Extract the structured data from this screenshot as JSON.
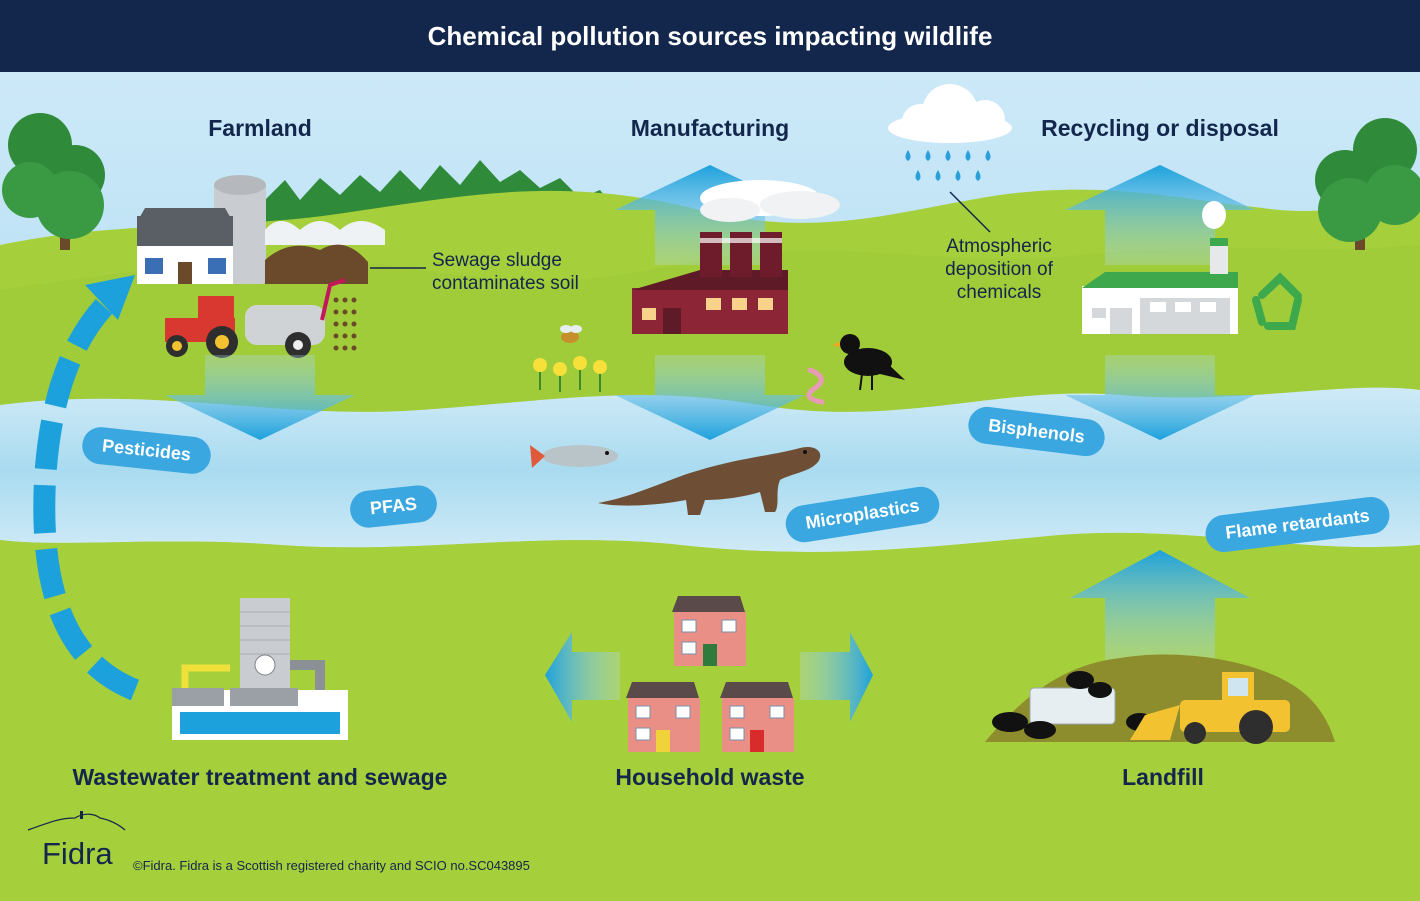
{
  "title": "Chemical pollution sources impacting wildlife",
  "sections": {
    "farmland": "Farmland",
    "manufacturing": "Manufacturing",
    "recycling": "Recycling or disposal",
    "wastewater": "Wastewater treatment and sewage",
    "household": "Household waste",
    "landfill": "Landfill"
  },
  "notes": {
    "sludge_line1": "Sewage sludge",
    "sludge_line2": "contaminates soil",
    "atmo_line1": "Atmospheric",
    "atmo_line2": "deposition of",
    "atmo_line3": "chemicals"
  },
  "chemicals": {
    "pesticides": "Pesticides",
    "pfas": "PFAS",
    "microplastics": "Microplastics",
    "bisphenols": "Bisphenols",
    "flame": "Flame retardants"
  },
  "footer": {
    "brand": "Fidra",
    "copyright": "©Fidra. Fidra is a Scottish registered charity and SCIO no.SC043895"
  },
  "colors": {
    "navy": "#13264b",
    "grass": "#a6cf3c",
    "river": "#bfe3f3",
    "pill": "#3aa7e0"
  }
}
